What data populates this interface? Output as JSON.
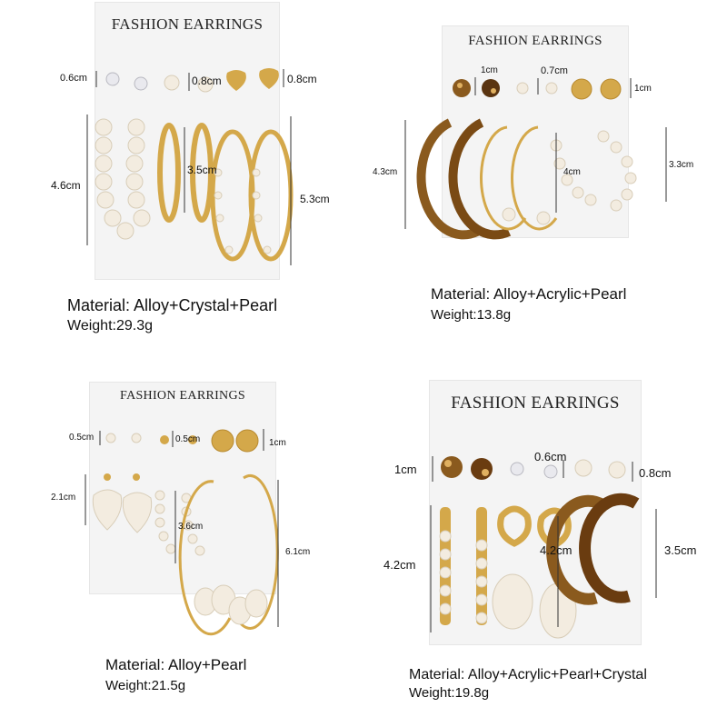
{
  "panels": [
    {
      "card_title": "FASHION EARRINGS",
      "measurements": [
        "0.6cm",
        "0.8cm",
        "0.8cm",
        "4.6cm",
        "3.5cm",
        "5.3cm"
      ],
      "material": "Material: Alloy+Crystal+Pearl",
      "weight": "Weight:29.3g"
    },
    {
      "card_title": "FASHION EARRINGS",
      "measurements": [
        "1cm",
        "0.7cm",
        "1cm",
        "4.3cm",
        "4cm",
        "3.3cm"
      ],
      "material": "Material: Alloy+Acrylic+Pearl",
      "weight": "Weight:13.8g"
    },
    {
      "card_title": "FASHION EARRINGS",
      "measurements": [
        "0.5cm",
        "0.5cm",
        "1cm",
        "2.1cm",
        "3.6cm",
        "6.1cm"
      ],
      "material": "Material: Alloy+Pearl",
      "weight": "Weight:21.5g"
    },
    {
      "card_title": "FASHION EARRINGS",
      "measurements": [
        "1cm",
        "0.6cm",
        "0.8cm",
        "4.2cm",
        "4.2cm",
        "3.5cm"
      ],
      "material": "Material: Alloy+Acrylic+Pearl+Crystal",
      "weight": "Weight:19.8g"
    }
  ],
  "colors": {
    "card": "#f4f4f4",
    "gold": "#d4a84a",
    "pearl": "#f3ece0",
    "tortoise": "#8a5a1e"
  }
}
